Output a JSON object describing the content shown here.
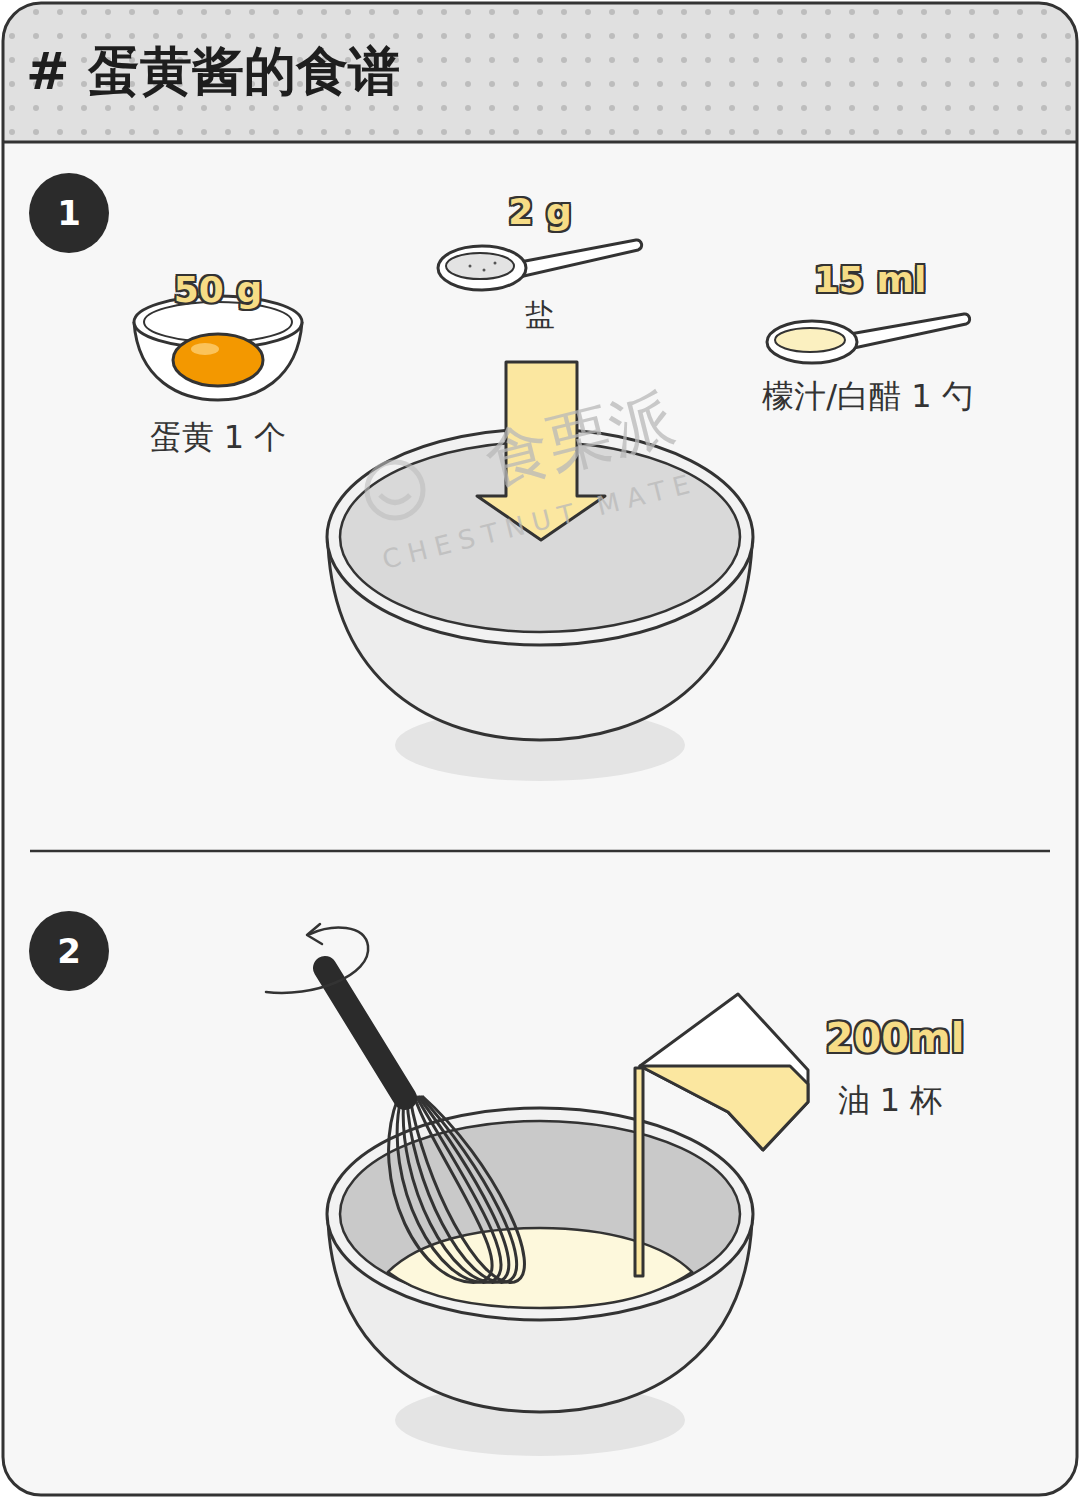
{
  "diagram": {
    "title": "# 蛋黄酱的食谱",
    "nodes": [
      {
        "text": [
          "1"
        ]
      },
      {
        "text": [
          "2"
        ]
      }
    ],
    "labels": [
      "50 g",
      "蛋黄 1 个",
      "2 g",
      "盐",
      "15 ml",
      "檬汁/白醋 1 勺",
      "200ml",
      "油 1 杯",
      "食栗派",
      "CHESTNUT MATE"
    ]
  }
}
